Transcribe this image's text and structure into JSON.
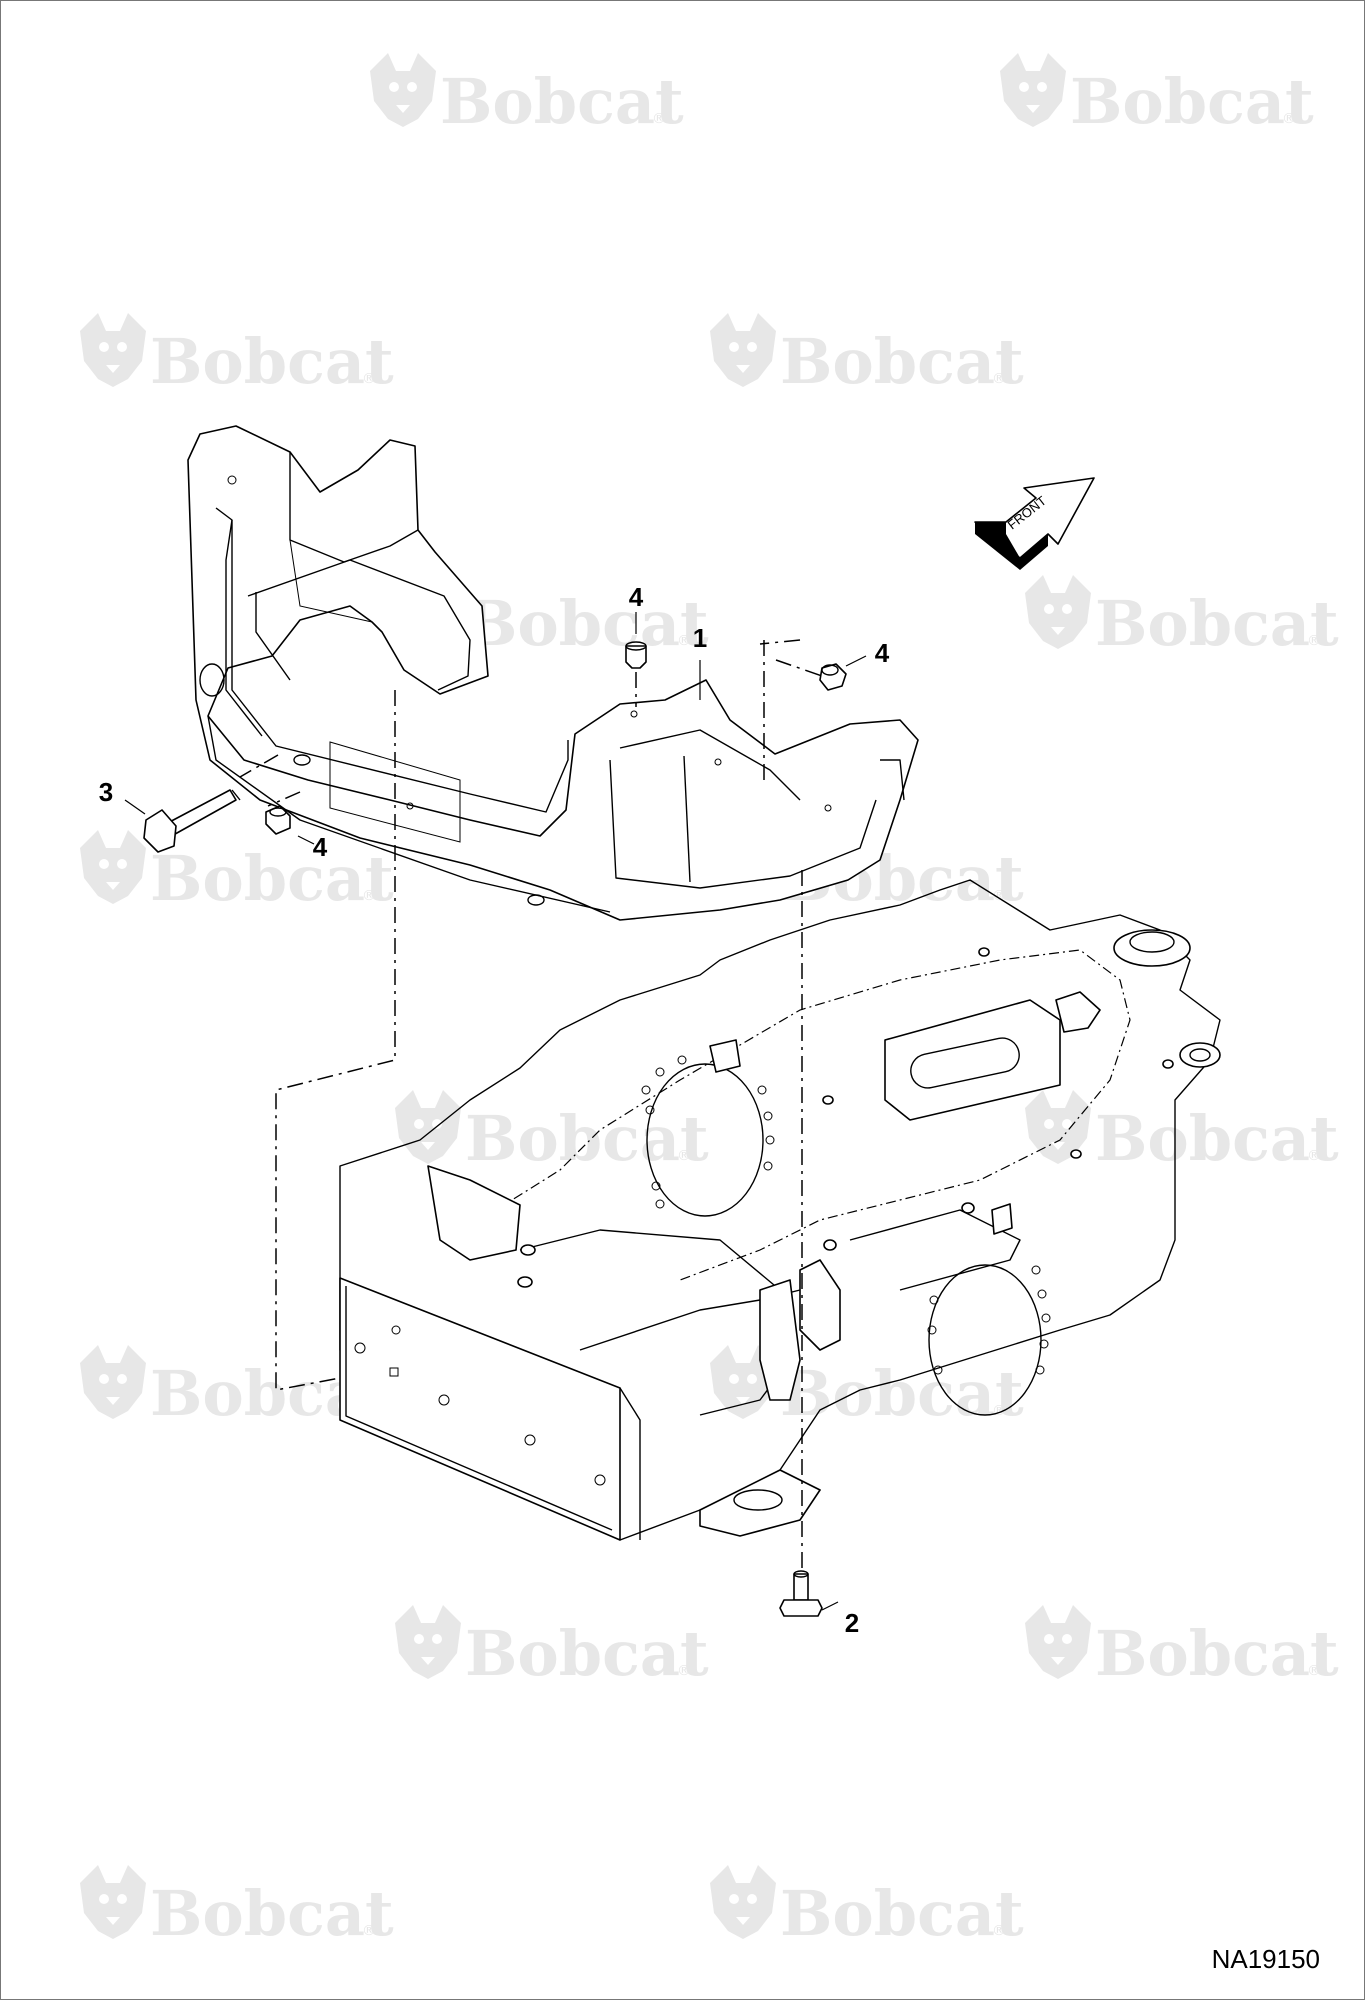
{
  "watermark": {
    "brand": "Bobcat",
    "reg_mark": "®"
  },
  "orientation": {
    "label": "FRONT",
    "icon": "front-direction-arrow-icon"
  },
  "callouts": [
    {
      "id": "counterweight",
      "number": "1"
    },
    {
      "id": "bottom-bolt",
      "number": "2"
    },
    {
      "id": "side-bolt",
      "number": "3"
    },
    {
      "id": "plug-top",
      "number": "4"
    },
    {
      "id": "plug-right",
      "number": "4"
    },
    {
      "id": "plug-left",
      "number": "4"
    }
  ],
  "drawing_number": "NA19150",
  "colors": {
    "line": "#000000",
    "watermark": "#e7e7e7",
    "background": "#ffffff"
  }
}
